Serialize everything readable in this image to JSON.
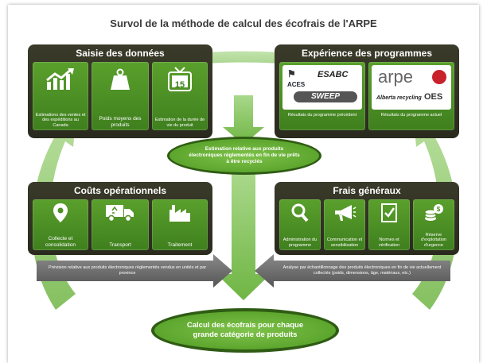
{
  "title": "Survol de la méthode de calcul des écofrais de l'ARPE",
  "colors": {
    "panel_dark": "#2f2f22",
    "tile_green": "#4f8f24",
    "arrow_green": "#7dbb4f",
    "arrow_gray": "#6a6a6a"
  },
  "saisie": {
    "heading": "Saisie des données",
    "tiles": [
      {
        "icon": "chart-up-icon",
        "label": "Estimations des ventes et des expéditions au Canada"
      },
      {
        "icon": "weight-icon",
        "label": "Poids moyens des produits"
      },
      {
        "icon": "tv-calendar-icon",
        "icon_text": "15",
        "label": "Estimation de la durée de vie du produit"
      }
    ]
  },
  "experience": {
    "heading": "Expérience des programmes",
    "left_logos": [
      "ACES",
      "ESABC",
      "SWEEP"
    ],
    "left_label": "Résultats du programme précédent",
    "right_logos": [
      "arpe",
      "Alberta recycling",
      "OES"
    ],
    "right_label": "Résultats du programme actuel"
  },
  "estimation": {
    "text": "Estimation relative aux produits électroniques réglementés en fin de vie prêts à être recyclés"
  },
  "couts": {
    "heading": "Coûts opérationnels",
    "tiles": [
      {
        "icon": "location-pin-icon",
        "label": "Collecte et consolidation"
      },
      {
        "icon": "truck-icon",
        "label": "Transport"
      },
      {
        "icon": "factory-icon",
        "label": "Traitement"
      }
    ]
  },
  "frais": {
    "heading": "Frais généraux",
    "tiles": [
      {
        "icon": "magnifier-icon",
        "label": "Administration du programme"
      },
      {
        "icon": "megaphone-icon",
        "label": "Communication et sensibilisation"
      },
      {
        "icon": "checklist-icon",
        "label": "Normes et vérification"
      },
      {
        "icon": "coins-icon",
        "label": "Réserve d'exploitation d'urgence"
      }
    ]
  },
  "left_arrow_text": "Prévision relative aux produits électroniques réglementés vendus en unités et par province",
  "right_arrow_text": "Analyse par échantillonnage des produits électroniques en fin de vie actuellement collectés (poids, dimensions, âge, matériaux, etc.)",
  "result": {
    "text": "Calcul des écofrais pour chaque grande catégorie de produits"
  }
}
